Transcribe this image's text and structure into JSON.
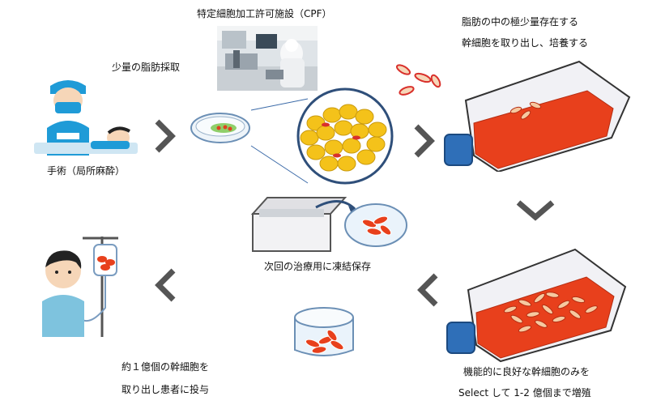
{
  "labels": {
    "cpf": "特定細胞加工許可施設（CPF）",
    "harvest": "少量の脂肪採取",
    "surgery": "手術（局所麻酔）",
    "extract_line1": "脂肪の中の極少量存在する",
    "extract_line2": "幹細胞を取り出し、培養する",
    "freeze": "次回の治療用に凍結保存",
    "admin_line1": "約１億個の幹細胞を",
    "admin_line2": "取り出し患者に投与",
    "select_line1": "機能的に良好な幹細胞のみを",
    "select_line2": "Select して 1-2 億個まで増殖"
  },
  "colors": {
    "arrow": "#555555",
    "flask_body": "#e8e8ee",
    "medium": "#e8401c",
    "cap": "#2f6fb8",
    "fat": "#f4c21a",
    "cell": "#d9302b",
    "scrubs": "#1f9bd7"
  },
  "icons": [
    "doctor-icon",
    "patient-icon",
    "petri-dish-icon",
    "lab-photo-icon",
    "flask-icon",
    "freezer-icon",
    "iv-drip-icon",
    "cell-dish-icon"
  ]
}
